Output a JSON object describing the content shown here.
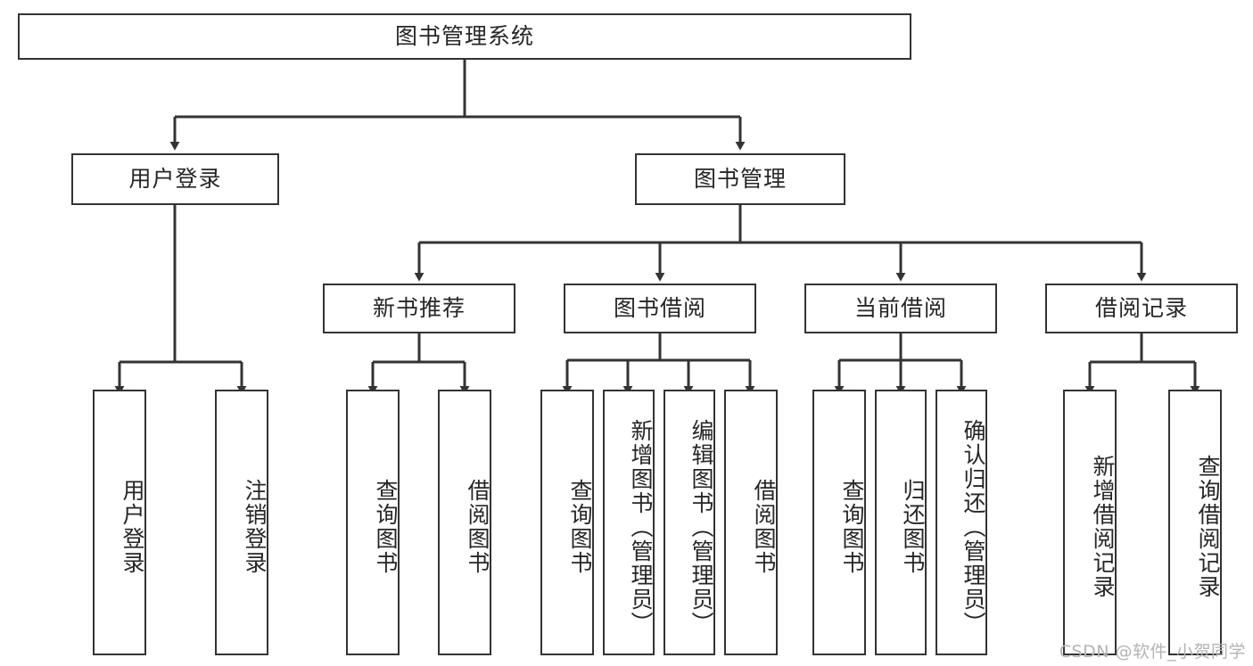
{
  "diagram": {
    "type": "tree",
    "title": "图书管理系统",
    "watermark": "CSDN @软件_小贺同学",
    "colors": {
      "stroke": "#333333",
      "text": "#262626",
      "background": "#ffffff",
      "watermark": "#b3b3b3"
    },
    "nodes": {
      "root": {
        "label": "图书管理系统"
      },
      "level2": [
        {
          "label": "用户登录"
        },
        {
          "label": "图书管理"
        }
      ],
      "level3": [
        {
          "label": "新书推荐"
        },
        {
          "label": "图书借阅"
        },
        {
          "label": "当前借阅"
        },
        {
          "label": "借阅记录"
        }
      ],
      "leaves": {
        "user_login": [
          {
            "label": "用户登录"
          },
          {
            "label": "注销登录"
          }
        ],
        "new_book": [
          {
            "label": "查询图书"
          },
          {
            "label": "借阅图书"
          }
        ],
        "book_borrow": [
          {
            "label": "查询图书"
          },
          {
            "label": "新增图书（管理员）"
          },
          {
            "label": "编辑图书（管理员）"
          },
          {
            "label": "借阅图书"
          }
        ],
        "current_borrow": [
          {
            "label": "查询图书"
          },
          {
            "label": "归还图书"
          },
          {
            "label": "确认归还（管理员）"
          }
        ],
        "borrow_record": [
          {
            "label": "新增借阅记录"
          },
          {
            "label": "查询借阅记录"
          }
        ]
      }
    }
  }
}
